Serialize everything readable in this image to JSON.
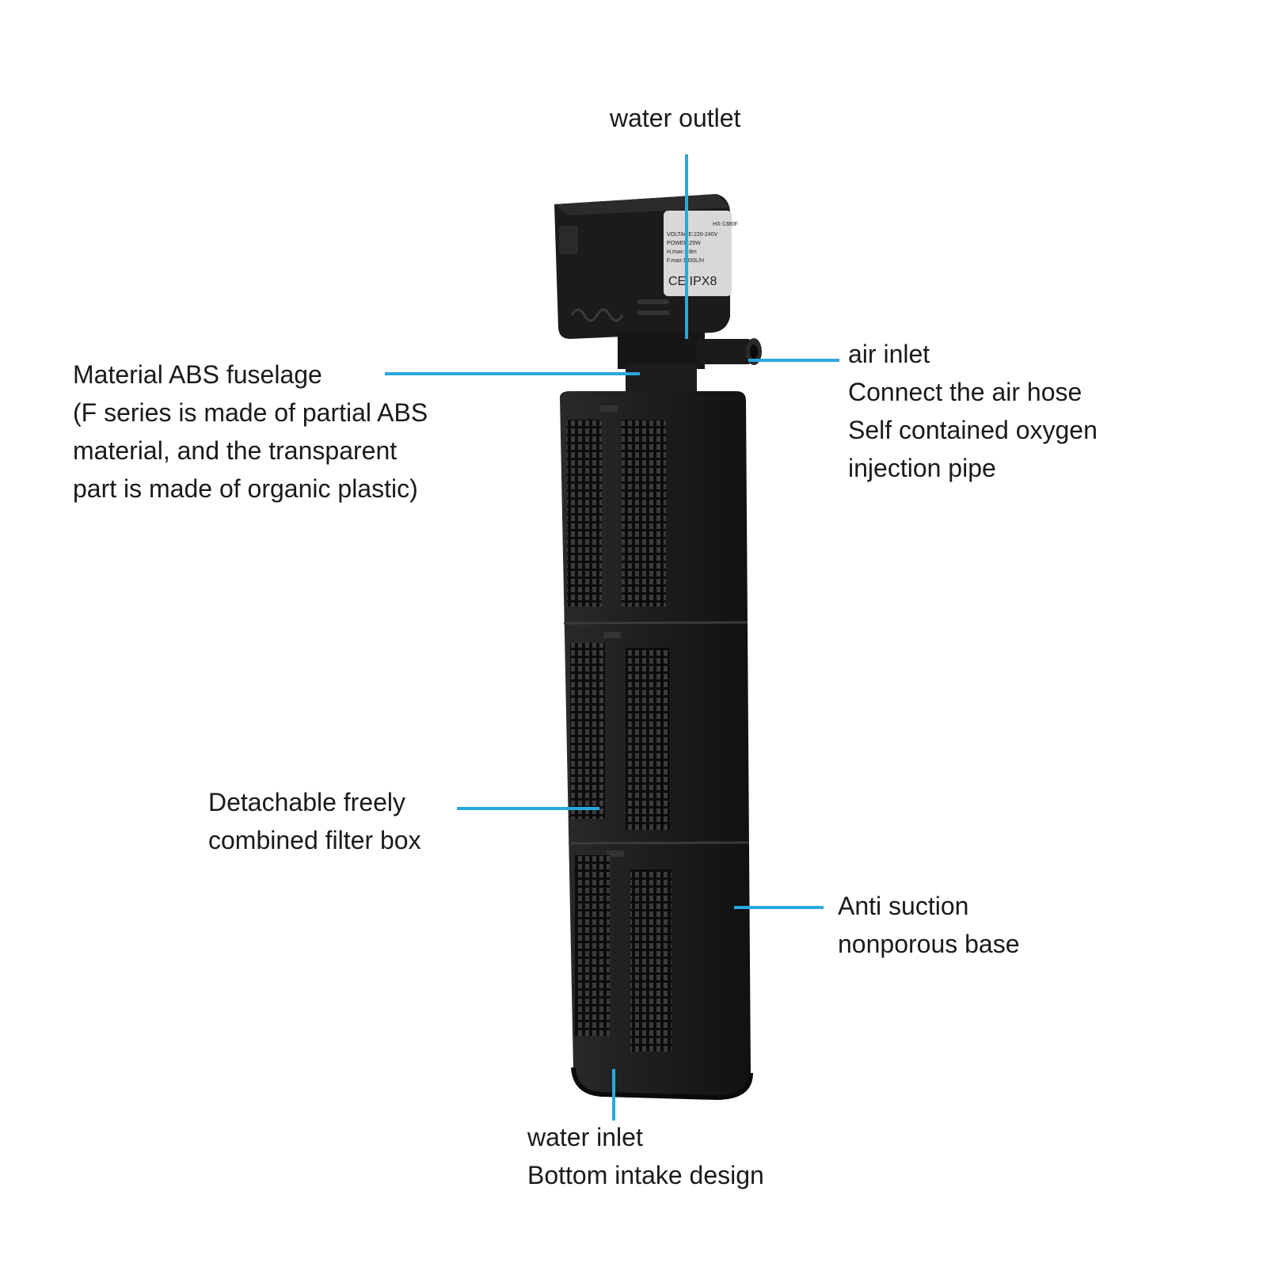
{
  "colors": {
    "accent_line": "#29a8e0",
    "pump_body": "#1c1c1c",
    "text": "#1a1a1a"
  },
  "product_label": {
    "model": "HX-1380F",
    "voltage": "VOLTAGE:220-240V",
    "power": "POWER:25W",
    "hmax": "H.max:1.8m",
    "fmax": "F.max:1800L/H",
    "marks": "CE IPX8"
  },
  "callouts": {
    "water_outlet": {
      "lines": [
        "water outlet"
      ]
    },
    "air_inlet": {
      "lines": [
        "air inlet",
        "Connect the air hose",
        "Self contained oxygen",
        "injection pipe"
      ]
    },
    "material": {
      "lines": [
        "Material ABS fuselage",
        "(F series is made of partial ABS",
        "material, and the transparent",
        "part is made of organic plastic)"
      ]
    },
    "filter_box": {
      "lines": [
        "Detachable freely",
        "combined filter box"
      ]
    },
    "base": {
      "lines": [
        "Anti suction",
        "nonporous base"
      ]
    },
    "water_inlet": {
      "lines": [
        "water inlet",
        "Bottom intake design"
      ]
    }
  }
}
